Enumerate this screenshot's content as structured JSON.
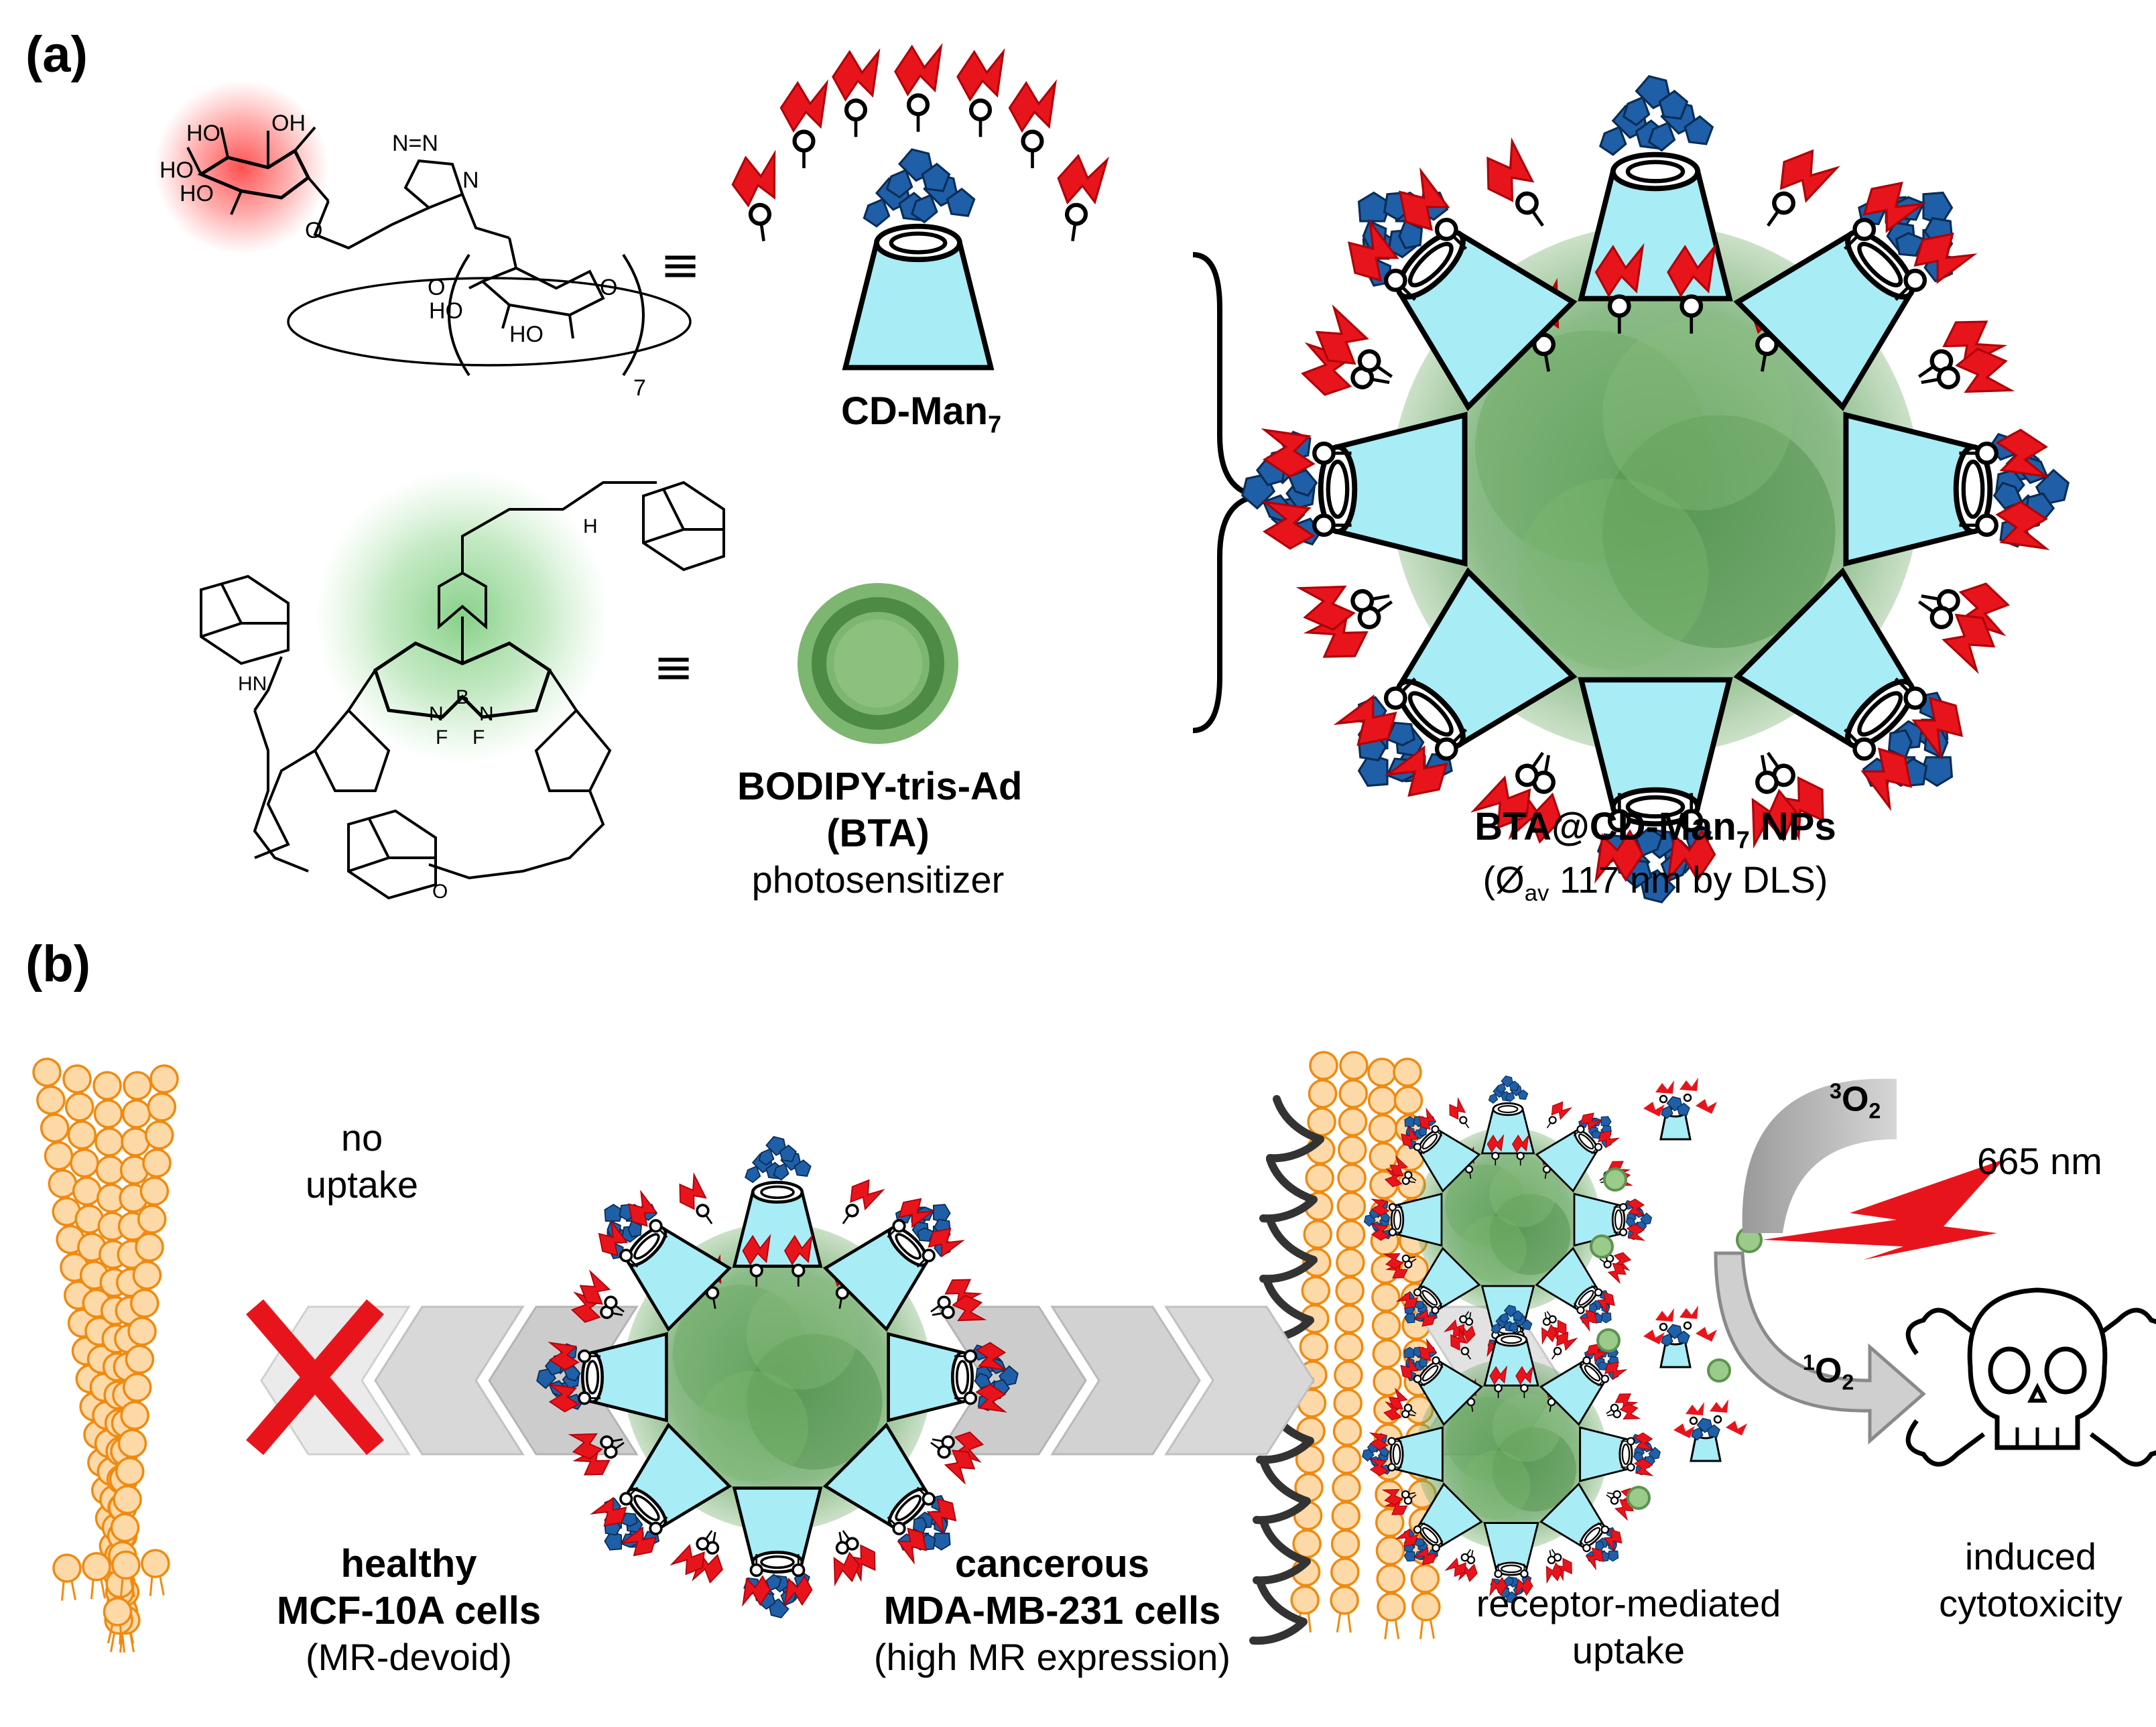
{
  "panels": {
    "a": "(a)",
    "b": "(b)"
  },
  "equiv": "≡",
  "chem": {
    "ho1": "HO",
    "ho2": "OH",
    "ho3": "HO",
    "ho4": "HO",
    "o_link": "O",
    "triazole": "N=N",
    "n_triazole": "N",
    "ring_o1": "O",
    "ring_o2": "O",
    "ho_ring1": "HO",
    "ho_ring2": "HO",
    "subscript7": "7",
    "bodipy_n1": "N",
    "bodipy_n2": "N",
    "boron": "B",
    "f1": "F",
    "f2": "F",
    "hn": "HN",
    "nh": "H",
    "amide_o": "O"
  },
  "labels": {
    "cd_man7": "CD-Man",
    "cd_man7_sub": "7",
    "bodipy_name": "BODIPY-tris-Ad",
    "bta": "(BTA)",
    "photosensitizer": "photosensitizer",
    "nps_name": "BTA@CD-Man",
    "nps_sub": "7",
    "nps_suffix": " NPs",
    "dls_pre": "(Ø",
    "dls_sub": "av",
    "dls_post": " 117 nm by DLS)",
    "no_uptake_1": "no",
    "no_uptake_2": "uptake",
    "healthy_1": "healthy",
    "healthy_2": "MCF-10A cells",
    "healthy_3": "(MR-devoid)",
    "cancer_1": "cancerous",
    "cancer_2": "MDA-MB-231 cells",
    "cancer_3": "(high MR expression)",
    "receptor_1": "receptor-mediated",
    "receptor_2": "uptake",
    "triplet_sup": "3",
    "triplet": "O",
    "triplet_sub": "2",
    "singlet_sup": "1",
    "singlet": "O",
    "singlet_sub": "2",
    "wavelength": "665 nm",
    "cyto_1": "induced",
    "cyto_2": "cytotoxicity"
  },
  "colors": {
    "mannose_red": "#e8141c",
    "cd_blue": "#1f5fa8",
    "cd_cyan": "#a8ecf5",
    "bodipy_green": "#5a9a4a",
    "membrane_orange": "#f5a23a",
    "chevron_gray": "#c8c8c8",
    "cross_red": "#e8141c"
  }
}
